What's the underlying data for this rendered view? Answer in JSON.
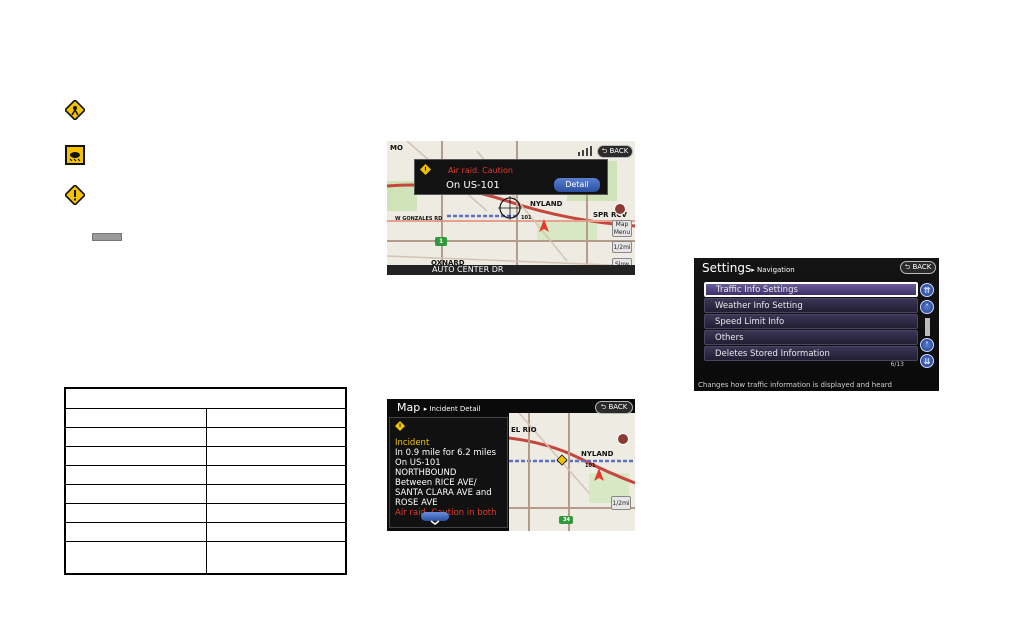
{
  "left": {
    "icons": [
      "road-construction-icon",
      "weather-icon",
      "caution-icon"
    ],
    "small_button": "traffic-button"
  },
  "screen1": {
    "popup": {
      "title": "Air raid. Caution",
      "road": "On US-101",
      "detail_button": "Detail"
    },
    "back_button": "BACK",
    "side_buttons": [
      "Map Menu",
      "1/2mi",
      "Slow"
    ],
    "map_labels": [
      "NYLAND",
      "OXNARD",
      "101",
      "1",
      "SPR RCV",
      "W GONZALES RD",
      "MO"
    ],
    "bottom_street": "AUTO CENTER DR"
  },
  "screen2": {
    "header": "Map",
    "breadcrumb": "▸ Incident Detail",
    "back_button": "BACK",
    "lines": [
      "Incident",
      "In 0.9 mile for 6.2 miles",
      "On US-101",
      "NORTHBOUND",
      "Between RICE AVE/",
      "SANTA CLARA AVE and",
      "ROSE AVE",
      "Air raid. Caution in both"
    ],
    "map_labels": [
      "EL RIO",
      "NYLAND",
      "101",
      "34"
    ],
    "side_button": "1/2mi"
  },
  "screen3": {
    "header": "Settings",
    "breadcrumb": "▸ Navigation",
    "back_button": "BACK",
    "menu": [
      "Traffic Info Settings",
      "Weather Info Setting",
      "Speed Limit Info",
      "Others",
      "Deletes Stored Information"
    ],
    "page_count": "6/13",
    "status": "Changes how traffic information is displayed and heard"
  },
  "colors": {
    "caution_yellow": "#f3c200",
    "alert_red": "#e23b2e",
    "button_blue": "#2a4fa0",
    "map_bg": "#eeebe3"
  }
}
